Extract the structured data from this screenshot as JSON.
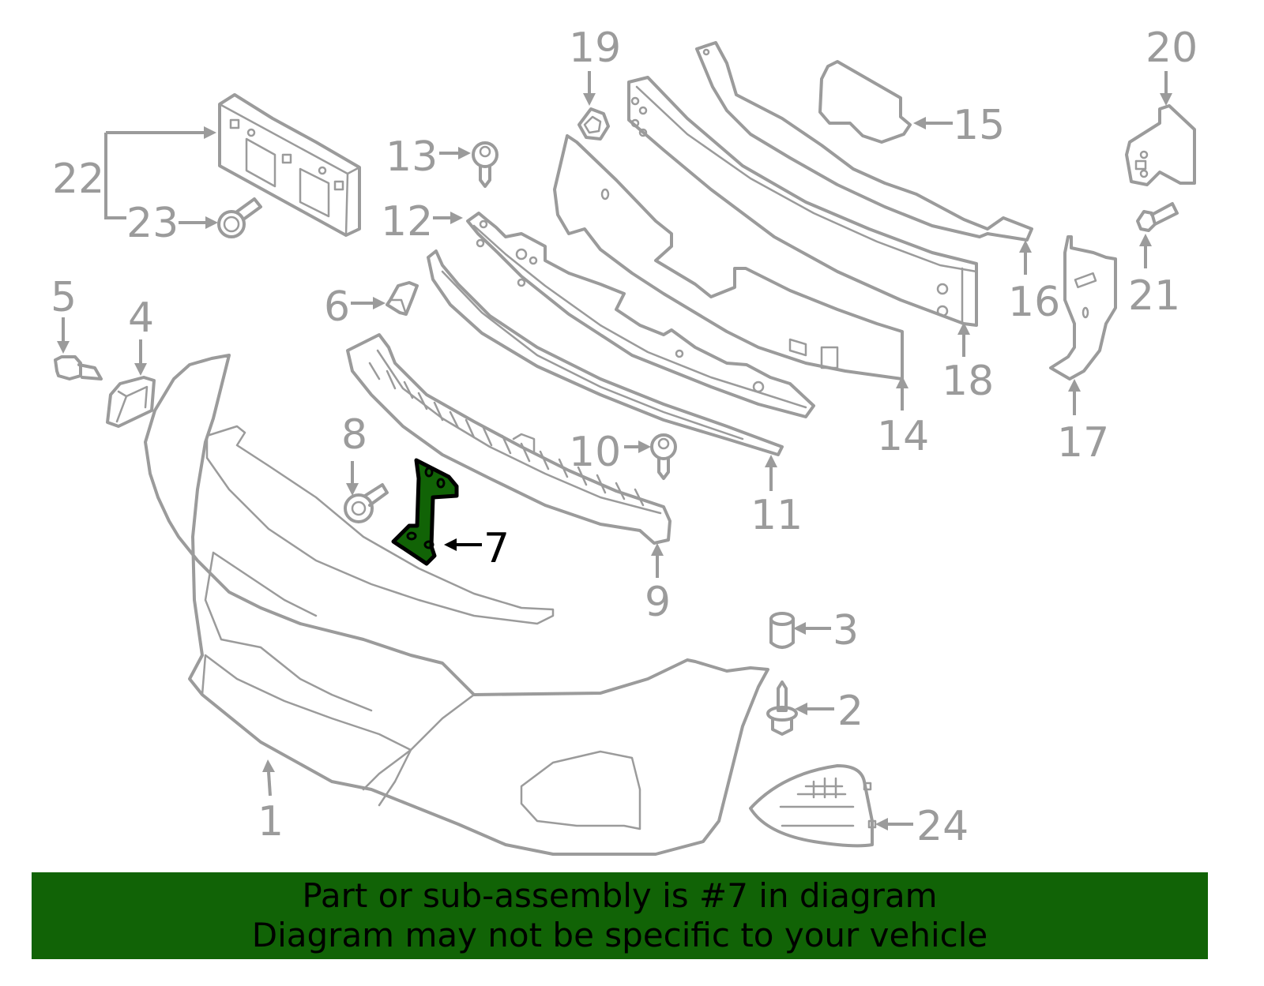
{
  "diagram": {
    "highlighted_part": "7",
    "colors": {
      "highlight": "#116306",
      "line": "#9b9b9b",
      "banner": "#116306",
      "text_highlight": "#000000"
    },
    "callouts": [
      {
        "id": "1",
        "label": "1"
      },
      {
        "id": "2",
        "label": "2"
      },
      {
        "id": "3",
        "label": "3"
      },
      {
        "id": "4",
        "label": "4"
      },
      {
        "id": "5",
        "label": "5"
      },
      {
        "id": "6",
        "label": "6"
      },
      {
        "id": "7",
        "label": "7"
      },
      {
        "id": "8",
        "label": "8"
      },
      {
        "id": "9",
        "label": "9"
      },
      {
        "id": "10",
        "label": "10"
      },
      {
        "id": "11",
        "label": "11"
      },
      {
        "id": "12",
        "label": "12"
      },
      {
        "id": "13",
        "label": "13"
      },
      {
        "id": "14",
        "label": "14"
      },
      {
        "id": "15",
        "label": "15"
      },
      {
        "id": "16",
        "label": "16"
      },
      {
        "id": "17",
        "label": "17"
      },
      {
        "id": "18",
        "label": "18"
      },
      {
        "id": "19",
        "label": "19"
      },
      {
        "id": "20",
        "label": "20"
      },
      {
        "id": "21",
        "label": "21"
      },
      {
        "id": "22",
        "label": "22"
      },
      {
        "id": "23",
        "label": "23"
      },
      {
        "id": "24",
        "label": "24"
      }
    ]
  },
  "banner": {
    "line1": "Part or sub-assembly is #7 in diagram",
    "line2": "Diagram may not be specific to your vehicle"
  }
}
